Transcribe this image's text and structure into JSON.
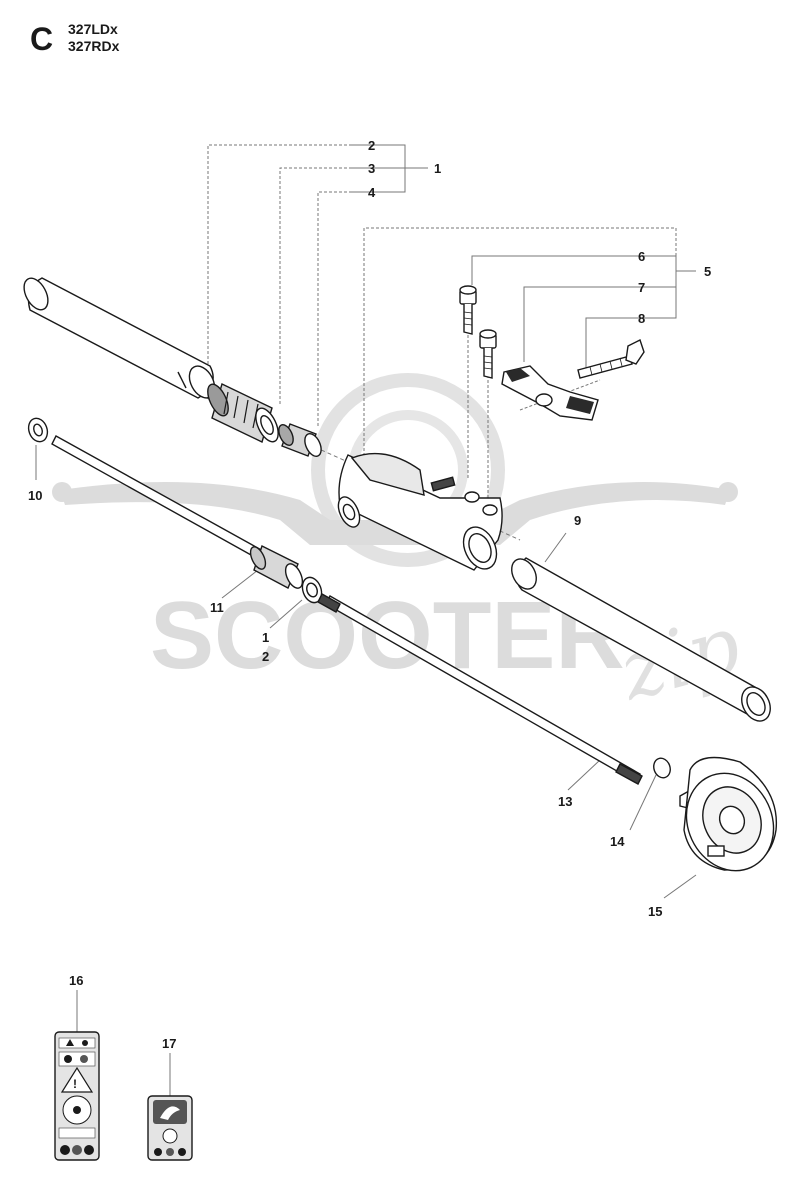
{
  "section_letter": "C",
  "models": [
    "327LDx",
    "327RDx"
  ],
  "watermark": {
    "text": "SCOOTER",
    "script": "zip"
  },
  "callouts": [
    {
      "id": "c2a",
      "text": "2"
    },
    {
      "id": "c3",
      "text": "3"
    },
    {
      "id": "c1a",
      "text": "1"
    },
    {
      "id": "c4",
      "text": "4"
    },
    {
      "id": "c6",
      "text": "6"
    },
    {
      "id": "c5",
      "text": "5"
    },
    {
      "id": "c7",
      "text": "7"
    },
    {
      "id": "c8",
      "text": "8"
    },
    {
      "id": "c10",
      "text": "10"
    },
    {
      "id": "c9",
      "text": "9"
    },
    {
      "id": "c11",
      "text": "11"
    },
    {
      "id": "c1b",
      "text": "1"
    },
    {
      "id": "c2b",
      "text": "2"
    },
    {
      "id": "c13",
      "text": "13"
    },
    {
      "id": "c14",
      "text": "14"
    },
    {
      "id": "c15",
      "text": "15"
    },
    {
      "id": "c16",
      "text": "16"
    },
    {
      "id": "c17",
      "text": "17"
    }
  ],
  "colors": {
    "ink": "#1a1a1a",
    "part_fill": "#ffffff",
    "shade": "#bdbdbd",
    "watermark": "#dcdcdc"
  }
}
